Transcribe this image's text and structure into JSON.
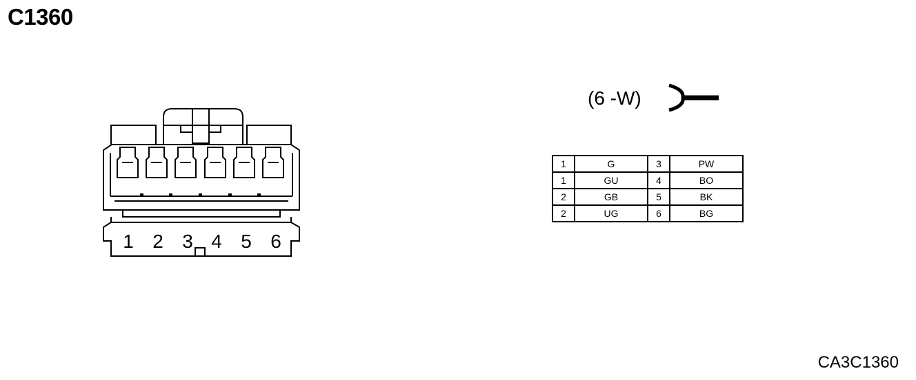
{
  "title": "C1360",
  "reference_code": "CA3C1360",
  "connector_type_label": "(6 -W)",
  "pin_numbers": [
    "1",
    "2",
    "3",
    "4",
    "5",
    "6"
  ],
  "color_colors": {
    "line": "#000000",
    "background": "#ffffff"
  },
  "pin_table": {
    "rows": [
      {
        "left_pin": "1",
        "left_color": "G",
        "right_pin": "3",
        "right_color": "PW"
      },
      {
        "left_pin": "1",
        "left_color": "GU",
        "right_pin": "4",
        "right_color": "BO"
      },
      {
        "left_pin": "2",
        "left_color": "GB",
        "right_pin": "5",
        "right_color": "BK"
      },
      {
        "left_pin": "2",
        "left_color": "UG",
        "right_pin": "6",
        "right_color": "BG"
      }
    ]
  }
}
